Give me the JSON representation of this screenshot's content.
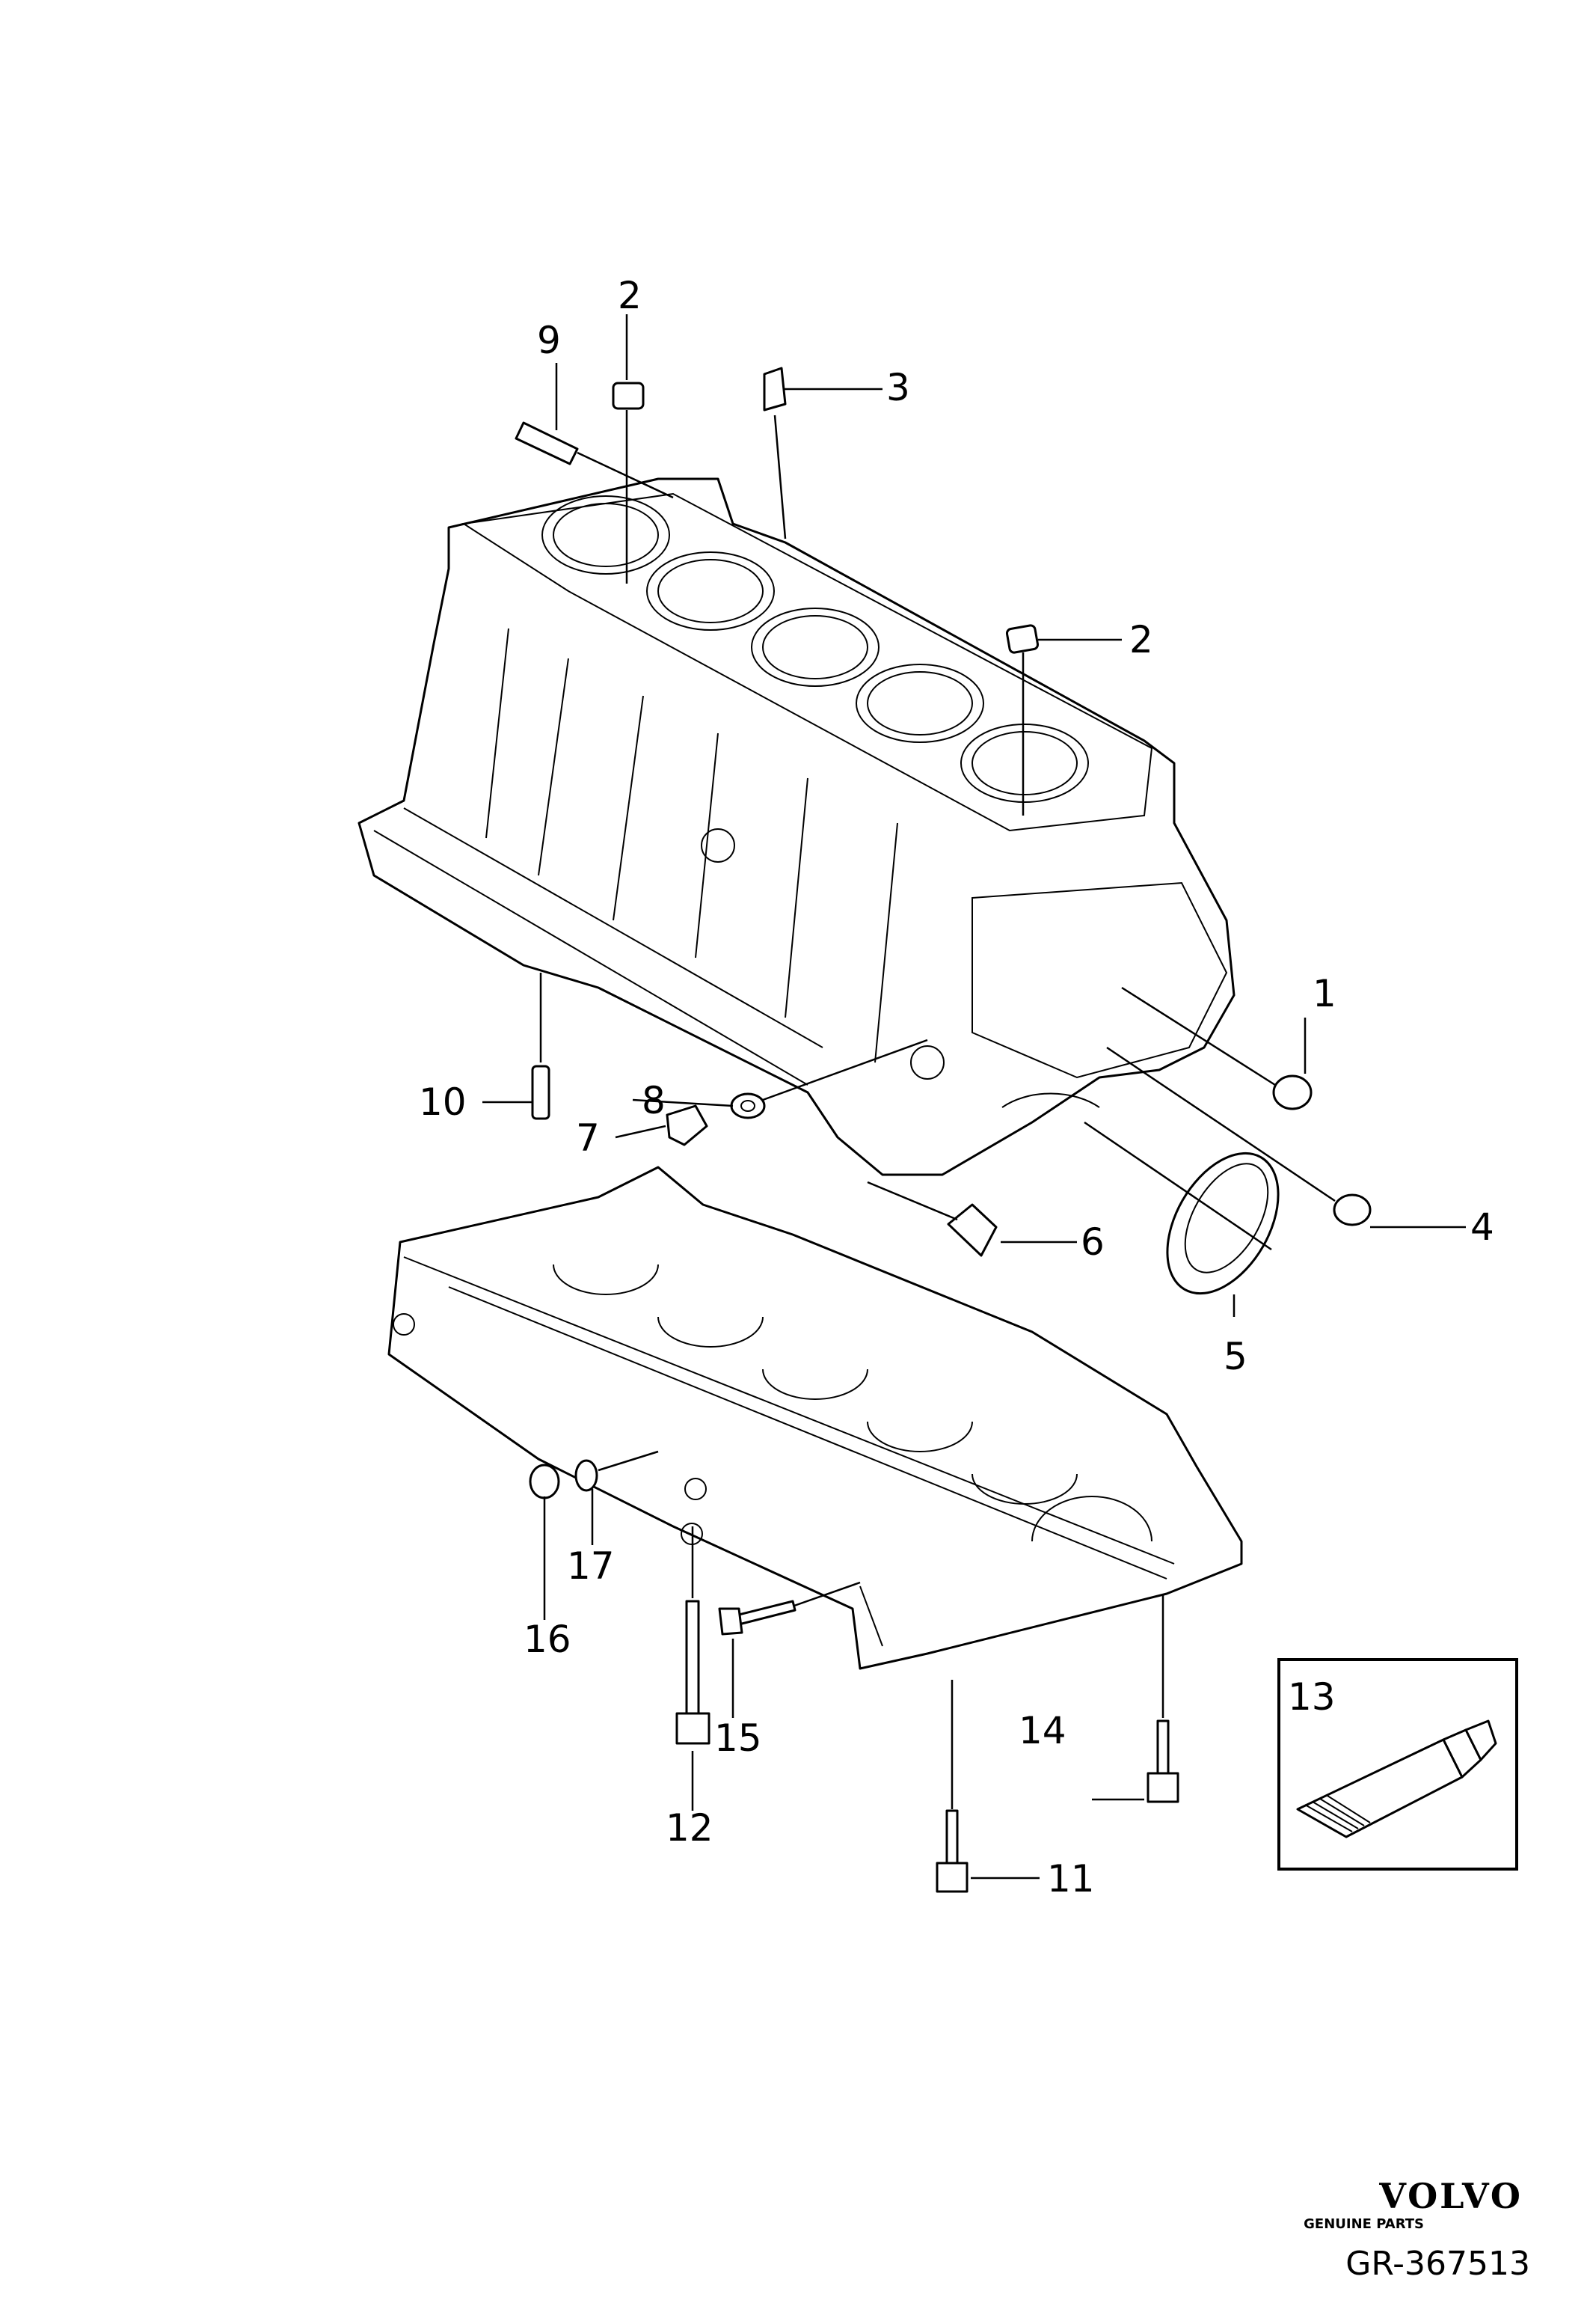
{
  "parts": [
    {
      "number": "1"
    },
    {
      "number": "2"
    },
    {
      "number": "2"
    },
    {
      "number": "3"
    },
    {
      "number": "4"
    },
    {
      "number": "5"
    },
    {
      "number": "6"
    },
    {
      "number": "7"
    },
    {
      "number": "8"
    },
    {
      "number": "9"
    },
    {
      "number": "10"
    },
    {
      "number": "11"
    },
    {
      "number": "12"
    },
    {
      "number": "13"
    },
    {
      "number": "14"
    },
    {
      "number": "15"
    },
    {
      "number": "16"
    },
    {
      "number": "17"
    }
  ],
  "branding": {
    "logo_text": "VOLVO",
    "tagline": "GENUINE PARTS"
  },
  "diagram_code": "GR-367513"
}
